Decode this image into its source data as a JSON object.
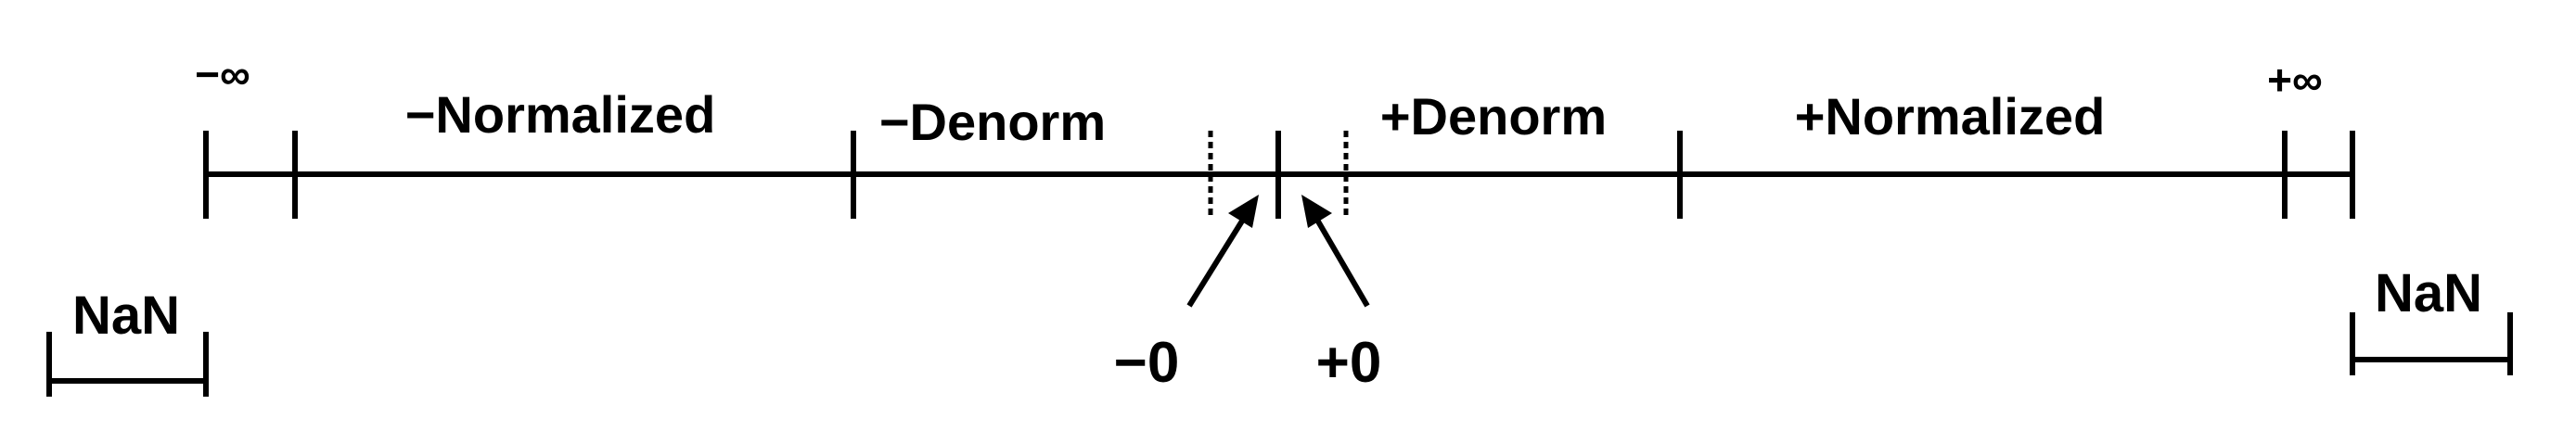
{
  "labels": {
    "neg_infinity": "−∞",
    "pos_infinity": "+∞",
    "neg_normalized": "−Normalized",
    "pos_normalized": "+Normalized",
    "neg_denorm": "−Denorm",
    "pos_denorm": "+Denorm",
    "neg_zero": "−0",
    "pos_zero": "+0",
    "nan_left": "NaN",
    "nan_right": "NaN"
  },
  "colors": {
    "ink": "#000000",
    "background": "#ffffff"
  }
}
